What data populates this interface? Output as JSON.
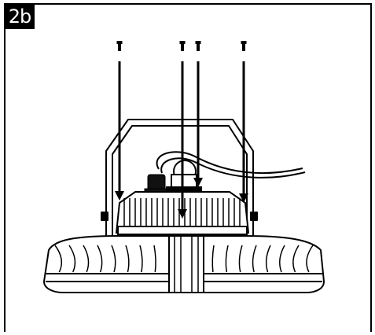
{
  "step": {
    "label": "2b"
  },
  "figure": {
    "subject": "high-bay-light-fixture",
    "screws": 4,
    "parts": [
      "screw-icon",
      "down-arrow-icon",
      "mounting-bracket",
      "power-cable",
      "driver-housing",
      "heatsink",
      "reflector-base"
    ]
  }
}
